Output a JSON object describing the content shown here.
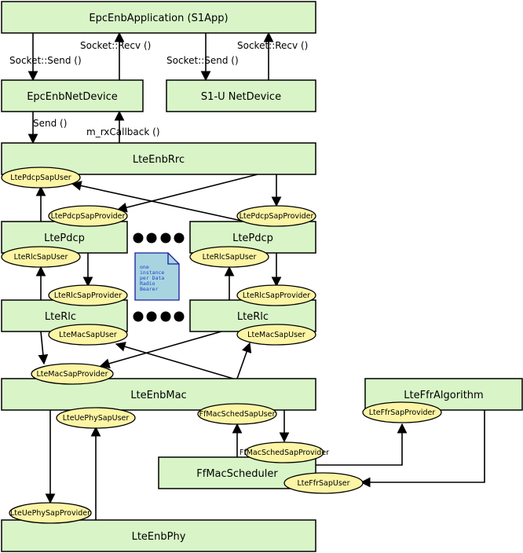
{
  "boxes": {
    "epc_app": "EpcEnbApplication (S1App)",
    "epc_netdev": "EpcEnbNetDevice",
    "s1u_netdev": "S1-U NetDevice",
    "enb_rrc": "LteEnbRrc",
    "pdcp_left": "LtePdcp",
    "pdcp_right": "LtePdcp",
    "rlc_left": "LteRlc",
    "rlc_right": "LteRlc",
    "enb_mac": "LteEnbMac",
    "ffr_algorithm": "LteFfrAlgorithm",
    "ff_mac_scheduler": "FfMacScheduler",
    "enb_phy": "LteEnbPhy"
  },
  "saps": {
    "rrc_pdcp_user": "LtePdcpSapUser",
    "pdcp_left_provider": "LtePdcpSapProvider",
    "pdcp_right_provider": "LtePdcpSapProvider",
    "pdcp_left_rlc_user": "LteRlcSapUser",
    "pdcp_right_rlc_user": "LteRlcSapUser",
    "rlc_left_provider": "LteRlcSapProvider",
    "rlc_right_provider": "LteRlcSapProvider",
    "rlc_left_mac_user": "LteMacSapUser",
    "rlc_right_mac_user": "LteMacSapUser",
    "mac_provider": "LteMacSapProvider",
    "ue_phy_user": "LteUePhySapUser",
    "ff_sched_user": "FfMacSchedSapUser",
    "ff_sched_provider": "FfMacSchedSapProvider",
    "ffr_provider": "LteFfrSapProvider",
    "ffr_user": "LteFfrSapUser",
    "ue_phy_provider": "LteUePhySapProvider"
  },
  "edge_labels": {
    "socket_send_left": "Socket::Send ()",
    "socket_recv_left": "Socket::Recv ()",
    "socket_send_right": "Socket::Send ()",
    "socket_recv_right": "Socket::Recv ()",
    "send": "Send ()",
    "rx_callback": "m_rxCallback ()"
  },
  "note": {
    "lines": [
      "one",
      "instance",
      "per Data",
      "Radio",
      "Bearer"
    ]
  },
  "colors": {
    "box_fill": "#d9f5c8",
    "sap_fill": "#fbf5a5",
    "note_fill": "#a8d4e0",
    "note_text": "#1a3fd0"
  }
}
